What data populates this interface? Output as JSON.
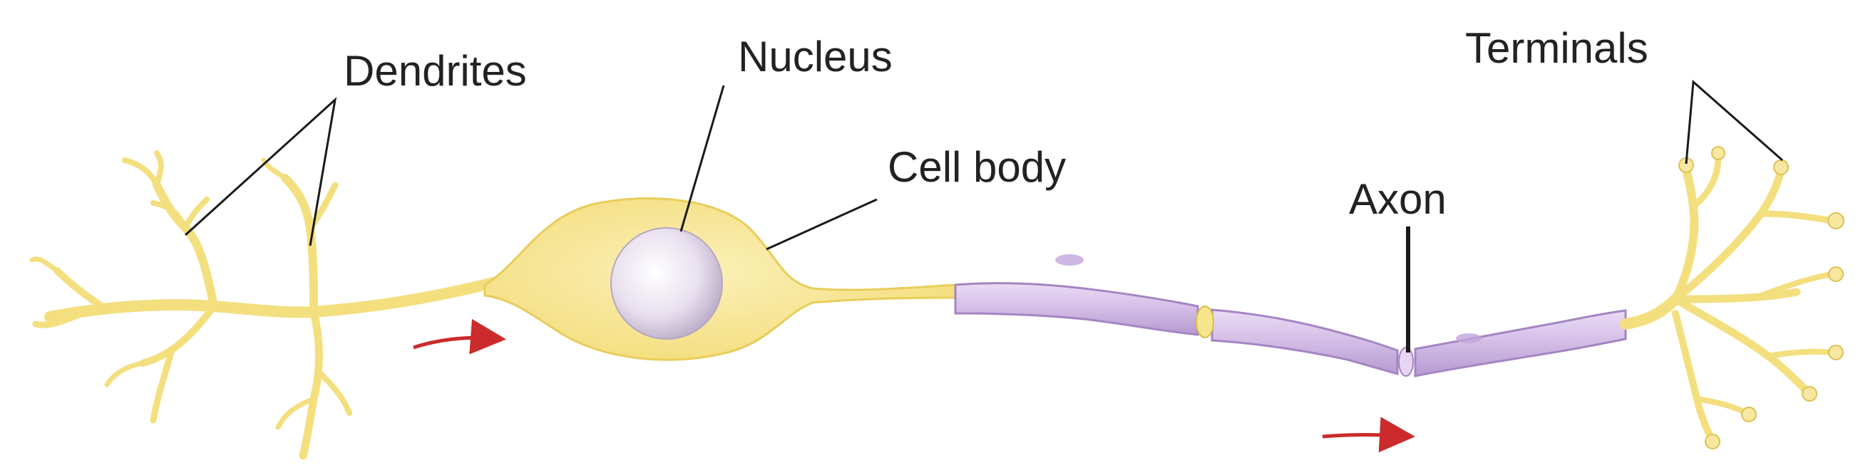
{
  "labels": {
    "dendrites": "Dendrites",
    "nucleus": "Nucleus",
    "cell_body": "Cell body",
    "axon": "Axon",
    "terminals": "Terminals"
  },
  "colors": {
    "neuron_fill": "#f6e58d",
    "neuron_stroke": "#e0c040",
    "myelin_fill": "#d5bfe6",
    "myelin_stroke": "#a98bc6",
    "nucleus_fill": "#ece6f0",
    "arrow": "#cc2b2b"
  }
}
